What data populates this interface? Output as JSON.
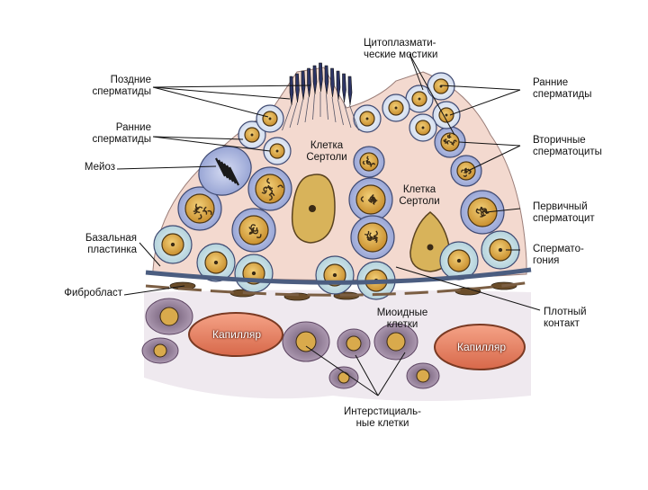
{
  "labels": {
    "late_spermatids": "Поздние\nсперматиды",
    "early_spermatids_left": "Ранние\nсперматиды",
    "meiosis": "Мейоз",
    "basal_lamina": "Базальная\nпластинка",
    "fibroblast": "Фибробласт",
    "cytoplasmic_bridges": "Цитоплазмати-\nческие мостики",
    "early_spermatids_right": "Ранние\nсперматиды",
    "secondary_spermatocytes": "Вторичные\nсперматоциты",
    "primary_spermatocyte": "Первичный\nсперматоцит",
    "spermatogonia": "Сперматo-\nгония",
    "tight_junction": "Плотный\nконтакт",
    "sertoli_cell_left": "Клетка\nСертоли",
    "sertoli_cell_right": "Клетка\nСертоли",
    "myoid_cells": "Миоидные\nклетки",
    "capillary_left": "Капилляр",
    "capillary_right": "Капилляр",
    "interstitial_cells": "Интерстициаль-\nные клетки"
  },
  "colors": {
    "sertoli_cytoplasm": "#f3d9cf",
    "spermatocyte": "#b8c2e6",
    "spermatogonia": "#cfe4ea",
    "nucleus": "#e3b85a",
    "chromatin": "#3a2a15",
    "capillary": "#e8876a",
    "interstitial": "#8e6d91",
    "basal_lamina": "#4b5d80"
  }
}
